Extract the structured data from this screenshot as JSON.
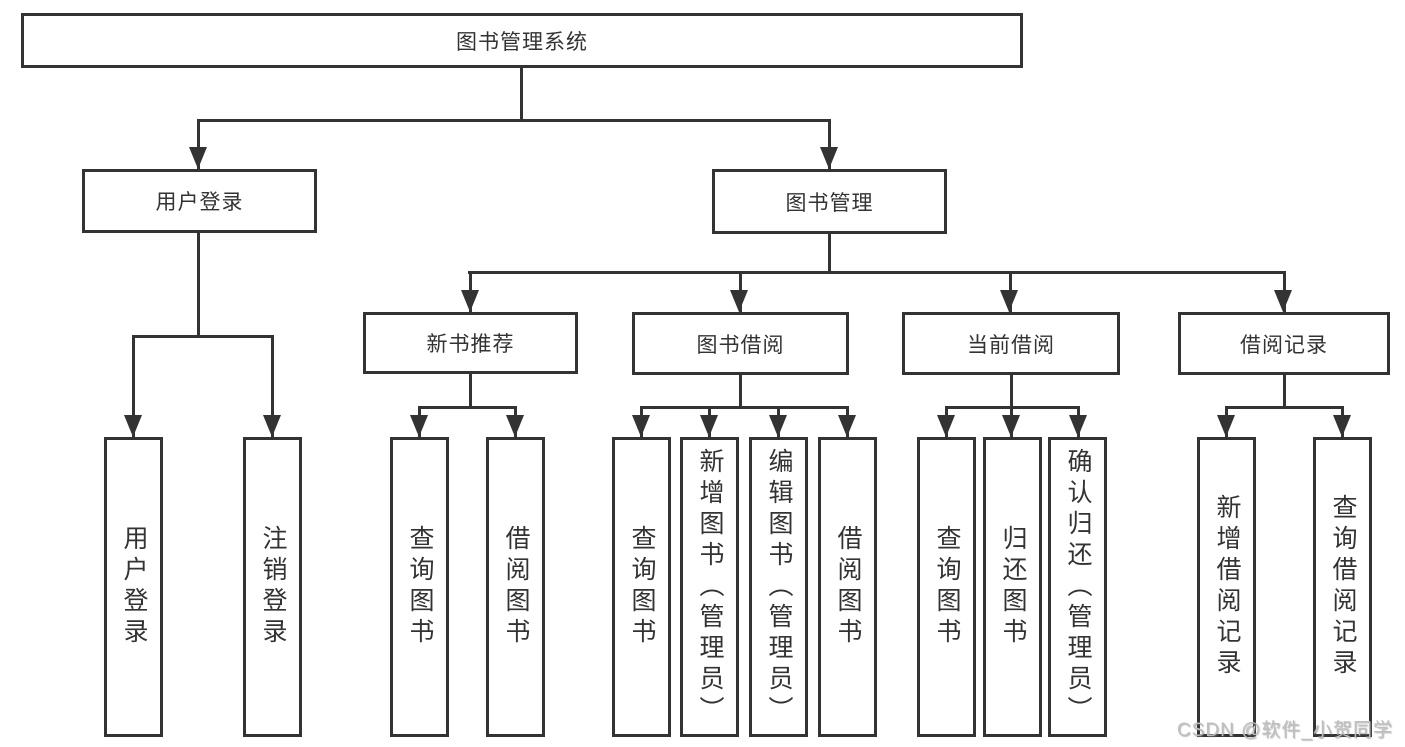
{
  "tree": {
    "root": "图书管理系统",
    "branches": {
      "user_login": {
        "label": "用户登录",
        "children": [
          "用户登录",
          "注销登录"
        ]
      },
      "book_management": {
        "label": "图书管理",
        "sections": {
          "new_book_recommend": {
            "label": "新书推荐",
            "children": [
              "查询图书",
              "借阅图书"
            ]
          },
          "book_borrowing": {
            "label": "图书借阅",
            "children": [
              "查询图书",
              "新增图书（管理员）",
              "编辑图书（管理员）",
              "借阅图书"
            ]
          },
          "current_borrowing": {
            "label": "当前借阅",
            "children": [
              "查询图书",
              "归还图书",
              "确认归还（管理员）"
            ]
          },
          "borrowing_records": {
            "label": "借阅记录",
            "children": [
              "新增借阅记录",
              "查询借阅记录"
            ]
          }
        }
      }
    }
  },
  "watermark": {
    "text": "CSDN @软件_小贺同学"
  },
  "colors": {
    "line": "#333333",
    "box_background": "#ffffff",
    "text": "#333333",
    "watermark": "#bfbfbf",
    "background": "#ffffff"
  }
}
